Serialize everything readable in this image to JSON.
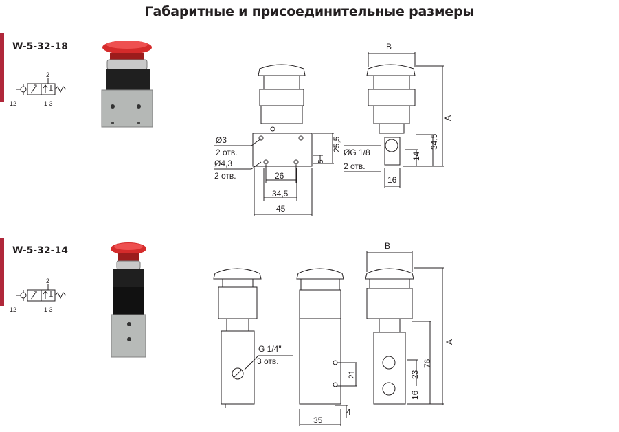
{
  "page": {
    "title": "Габаритные и присоединительные размеры",
    "accent_color": "#b0273a"
  },
  "product1": {
    "model": "W-5-32-18",
    "symbol_ports": {
      "p2": "2",
      "p12": "12",
      "p13": "1 3"
    },
    "dims": {
      "B": "B",
      "A": "A",
      "hole1": "Ø3",
      "hole1_count": "2 отв.",
      "hole2": "Ø4,3",
      "hole2_count": "2 отв.",
      "port": "ØG 1/8",
      "port_count": "2 отв.",
      "d26": "26",
      "d345": "34,5",
      "d45": "45",
      "d255": "25,5",
      "d5": "5",
      "d14": "14",
      "d345v": "34,5",
      "d16": "16"
    }
  },
  "product2": {
    "model": "W-5-32-14",
    "symbol_ports": {
      "p2": "2",
      "p12": "12",
      "p13": "1 3"
    },
    "dims": {
      "B": "B",
      "A": "A",
      "port": "G 1/4\"",
      "port_count": "3 отв.",
      "d21": "21",
      "d35": "35",
      "d4": "4",
      "d23": "23",
      "d16": "16",
      "d76": "76"
    }
  }
}
